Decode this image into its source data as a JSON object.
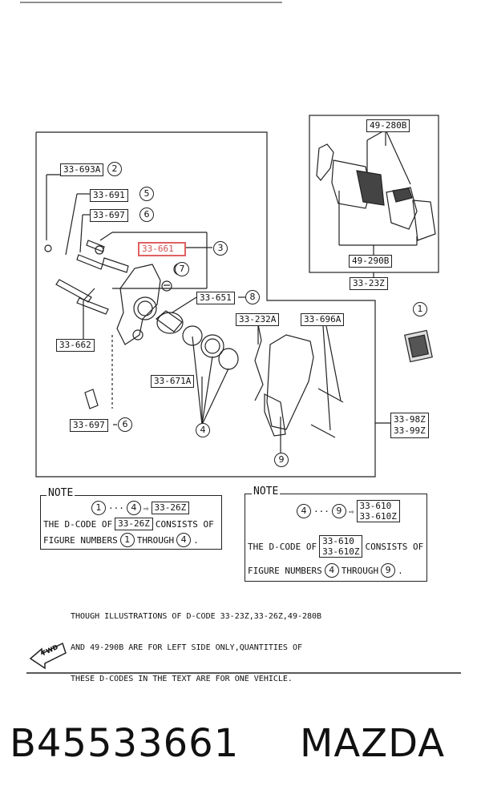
{
  "diagram": {
    "labels": {
      "p33_693A": "33-693A",
      "p33_691": "33-691",
      "p33_697_top": "33-697",
      "p33_661": "33-661",
      "p33_662": "33-662",
      "p33_651": "33-651",
      "p33_232A": "33-232A",
      "p33_696A": "33-696A",
      "p33_671A": "33-671A",
      "p33_697_bottom": "33-697",
      "p33_98Z": "33-98Z",
      "p33_99Z": "33-99Z",
      "p49_280B": "49-280B",
      "p49_290B": "49-290B",
      "p33_23Z": "33-23Z"
    },
    "callouts": {
      "c1": "1",
      "c2": "2",
      "c3": "3",
      "c4": "4",
      "c5": "5",
      "c6a": "6",
      "c6b": "6",
      "c7": "7",
      "c8": "8",
      "c9": "9"
    },
    "highlight_color": "#e06060"
  },
  "notes": {
    "left": {
      "title": "NOTE",
      "range_start": "1",
      "range_sep": "···",
      "range_end": "4",
      "arrow": "⇨",
      "code": "33-26Z",
      "line2_prefix": "THE D-CODE OF",
      "line2_code": "33-26Z",
      "line2_suffix": "CONSISTS OF",
      "line3_prefix": "FIGURE NUMBERS",
      "line3_a": "1",
      "line3_mid": "THROUGH",
      "line3_b": "4",
      "line3_end": "."
    },
    "right": {
      "title": "NOTE",
      "range_start": "4",
      "range_sep": "···",
      "range_end": "9",
      "arrow": "⇨",
      "code1": "33-610",
      "code2": "33-610Z",
      "line2_prefix": "THE D-CODE OF",
      "line2_code1": "33-610",
      "line2_code2": "33-610Z",
      "line2_suffix": "CONSISTS OF",
      "line3_prefix": "FIGURE NUMBERS",
      "line3_a": "4",
      "line3_mid": "THROUGH",
      "line3_b": "9",
      "line3_end": "."
    }
  },
  "disclaimer": {
    "line1": "THOUGH ILLUSTRATIONS OF D-CODE 33-23Z,33-26Z,49-280B",
    "line2": "AND 49-290B ARE FOR LEFT SIDE ONLY,QUANTITIES OF",
    "line3": "THESE D-CODES IN THE TEXT ARE FOR ONE VEHICLE."
  },
  "fwd_label": "FWD",
  "footer": {
    "part_number": "B45533661",
    "brand": "MAZDA"
  }
}
